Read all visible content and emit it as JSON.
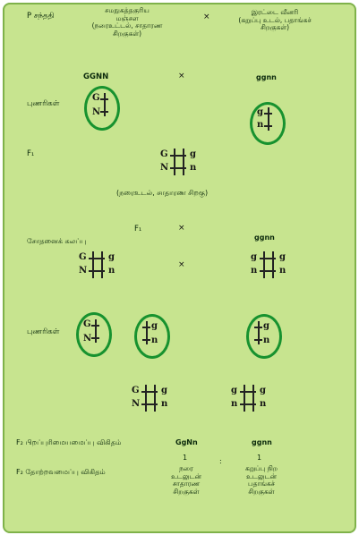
{
  "header": {
    "generation": "P சந்ததி",
    "parent1_desc": [
      "சமநுகத்தகுரிய",
      "மஞ்சள",
      "(நரைஉட்டல், சாதாரண",
      "சிறகுகள்)"
    ],
    "cross": "×",
    "parent2_desc": [
      "இரட்டை வீனரி",
      "(கறுப்பு உடல், பதாங்கச்",
      "சிறகுகள்)"
    ]
  },
  "parents": {
    "genotype1": "GGNN",
    "genotype2": "ggnn"
  },
  "gametes_label": "புணரிகள்",
  "f1_label": "F₁",
  "f1_phenotype": "(நரைஉடல், சாதாரண சிறகு)",
  "testcross": {
    "label": "சோதனைக் கலப்பு",
    "f1": "F₁",
    "recessive": "ggnn"
  },
  "gametes2_label": "புணரிகள்",
  "alleles": {
    "G": "G",
    "N": "N",
    "g": "g",
    "n": "n"
  },
  "results": {
    "f2_ratio_label": "F₂ பிறப்புரிமையமைப்பு விகிதம்",
    "f2_phenotype_label": "F₂ தோற்றவமைப்பு விகிதம்",
    "col1_genotype": "GgNn",
    "col2_genotype": "ggnn",
    "col1_ratio": "1",
    "ratio_sep": ":",
    "col2_ratio": "1",
    "col1_phenotype": [
      "நரை",
      "உடலுடன்",
      "சாதாரண",
      "சிறகுகள்"
    ],
    "col2_phenotype": [
      "கறுப்பு நிற",
      "உடலுடன்",
      "பதாங்கச்",
      "சிறகுகள்"
    ]
  }
}
